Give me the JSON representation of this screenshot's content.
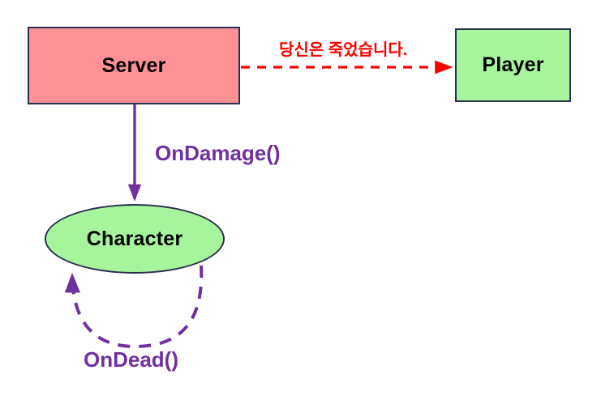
{
  "diagram": {
    "title": "Server Player Character damage flow",
    "background": "#ffffff",
    "nodes": [
      {
        "id": "server",
        "label": "Server",
        "shape": "rectangle",
        "fill": "#fd9196",
        "stroke": "#2b2f52",
        "text_color": "#000000"
      },
      {
        "id": "player",
        "label": "Player",
        "shape": "rectangle",
        "fill": "#a6f49b",
        "stroke": "#2b2f52",
        "text_color": "#000000"
      },
      {
        "id": "character",
        "label": "Character",
        "shape": "ellipse",
        "fill": "#a6f49b",
        "stroke": "#2b2f52",
        "text_color": "#000000"
      }
    ],
    "edges": [
      {
        "id": "server-to-player",
        "from": "server",
        "to": "player",
        "label": "당신은 죽었습니다.",
        "color": "#ff0000",
        "style": "dashed",
        "arrow": "single"
      },
      {
        "id": "server-to-character",
        "from": "server",
        "to": "character",
        "label": "OnDamage()",
        "color": "#7030a0",
        "style": "solid",
        "arrow": "single"
      },
      {
        "id": "character-self-loop",
        "from": "character",
        "to": "character",
        "label": "OnDead()",
        "color": "#7030a0",
        "style": "dashed",
        "arrow": "single"
      }
    ]
  }
}
